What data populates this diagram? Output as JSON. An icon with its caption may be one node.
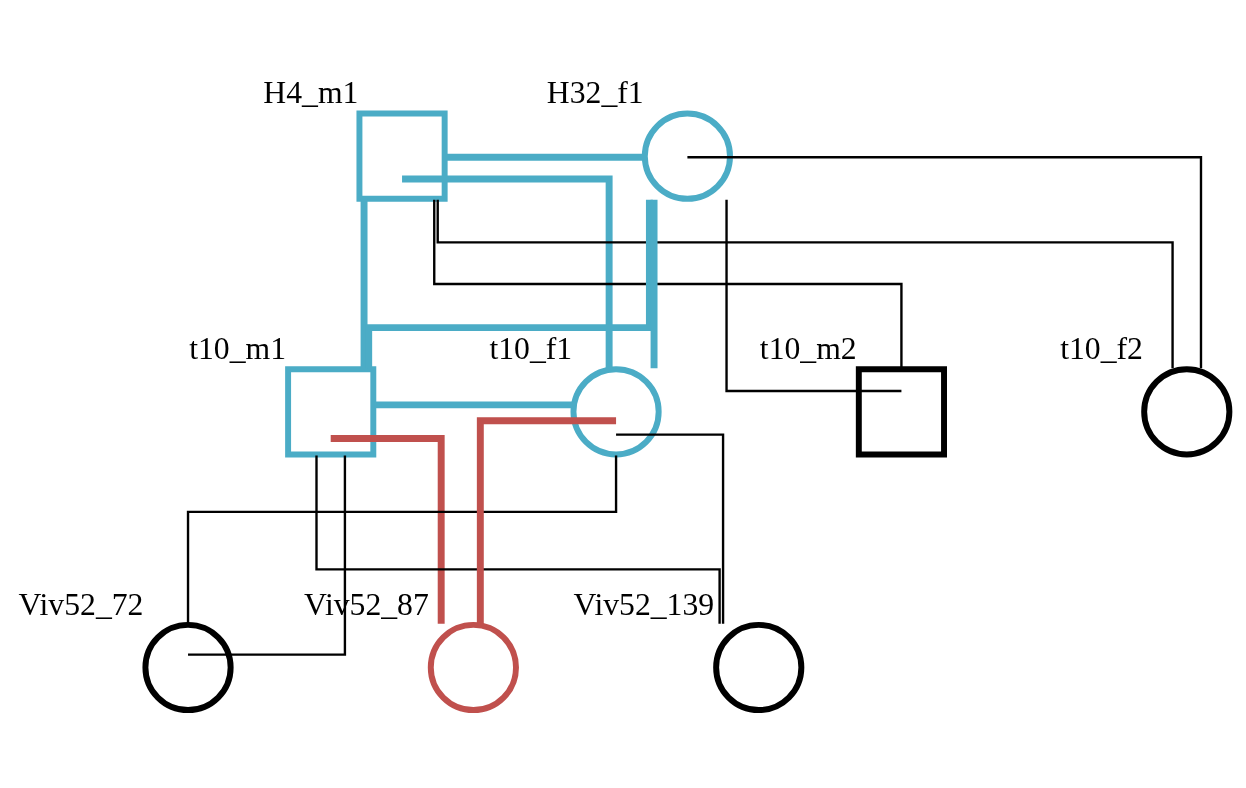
{
  "diagram": {
    "nodes": [
      {
        "text": [],
        "shape": "box",
        "beside": [
          "H4_m1"
        ]
      },
      {
        "text": [],
        "shape": "circle",
        "beside": [
          "H32_f1"
        ]
      },
      {
        "text": [],
        "shape": "box",
        "beside": [
          "t10_m1"
        ]
      },
      {
        "text": [],
        "shape": "circle",
        "beside": [
          "t10_f1"
        ]
      },
      {
        "text": [],
        "shape": "box",
        "beside": [
          "t10_m2"
        ]
      },
      {
        "text": [],
        "shape": "circle",
        "beside": [
          "t10_f2"
        ]
      },
      {
        "text": [],
        "shape": "circle",
        "beside": [
          "Viv52_72"
        ]
      },
      {
        "text": [],
        "shape": "circle",
        "beside": [
          "Viv52_87"
        ]
      },
      {
        "text": [],
        "shape": "circle",
        "beside": [
          "Viv52_139"
        ]
      }
    ],
    "edges": [
      {
        "from": 0,
        "to": 1,
        "arrow": "none",
        "style": "thick",
        "color": "#4bacc6"
      },
      {
        "from": 0,
        "to": 2,
        "arrow": "none",
        "style": "thick",
        "color": "#4bacc6"
      },
      {
        "from": 1,
        "to": 2,
        "arrow": "none",
        "style": "thick",
        "color": "#4bacc6"
      },
      {
        "from": 0,
        "to": 3,
        "arrow": "none",
        "style": "thick",
        "color": "#4bacc6"
      },
      {
        "from": 1,
        "to": 3,
        "arrow": "none",
        "style": "thick",
        "color": "#4bacc6"
      },
      {
        "from": 0,
        "to": 4,
        "arrow": "none"
      },
      {
        "from": 1,
        "to": 4,
        "arrow": "none"
      },
      {
        "from": 0,
        "to": 5,
        "arrow": "none"
      },
      {
        "from": 1,
        "to": 5,
        "arrow": "none"
      },
      {
        "from": 2,
        "to": 3,
        "arrow": "none",
        "style": "thick",
        "color": "#4bacc6"
      },
      {
        "from": 2,
        "to": 6,
        "arrow": "none"
      },
      {
        "from": 3,
        "to": 6,
        "arrow": "none"
      },
      {
        "from": 2,
        "to": 7,
        "arrow": "none",
        "style": "thick",
        "color": "#c0504d"
      },
      {
        "from": 3,
        "to": 7,
        "arrow": "none",
        "style": "thick",
        "color": "#c0504d"
      },
      {
        "from": 2,
        "to": 8,
        "arrow": "none"
      },
      {
        "from": 3,
        "to": 8,
        "arrow": "none"
      }
    ]
  }
}
